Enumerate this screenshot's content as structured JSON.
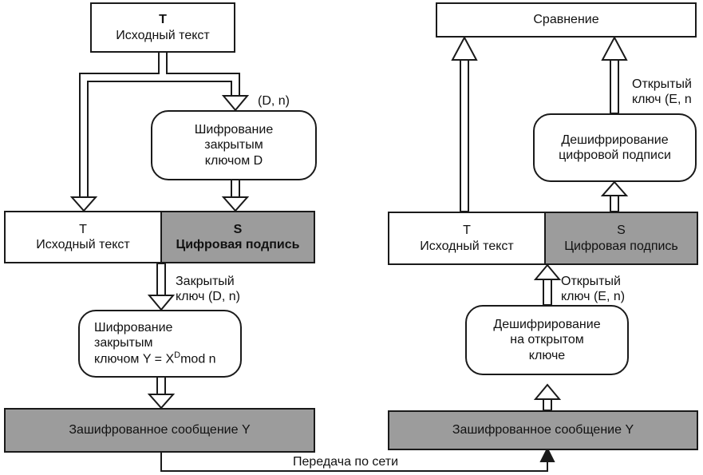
{
  "left": {
    "top_box": {
      "letter": "T",
      "text": "Исходный текст"
    },
    "key_label_top": "(D, n)",
    "encrypt_box": [
      "Шифрование",
      "закрытым",
      "ключом D"
    ],
    "row": {
      "text_letter": "T",
      "text_label": "Исходный текст",
      "sig_letter": "S",
      "sig_label": "Цифровая подпись"
    },
    "key_label_mid": [
      "Закрытый",
      "ключ (D, n)"
    ],
    "encrypt2_box": {
      "line1": "Шифрование",
      "line2": "закрытым",
      "line3_prefix": "ключом Y = X",
      "line3_sup": "D",
      "line3_suffix": "mod n"
    },
    "bottom_box": "Зашифрованное сообщение Y"
  },
  "network_label": "Передача по сети",
  "right": {
    "top_box": "Сравнение",
    "key_label_top": [
      "Открытый",
      "ключ (E, n"
    ],
    "decrypt_sig_box": [
      "Дешифрирование",
      "цифровой подписи"
    ],
    "row": {
      "text_letter": "T",
      "text_label": "Исходный текст",
      "sig_letter": "S",
      "sig_label": "Цифровая подпись"
    },
    "key_label_mid": [
      "Открытый",
      "ключ (E, n)"
    ],
    "decrypt_box": [
      "Дешифрирование",
      "на открытом",
      "ключе"
    ],
    "bottom_box": "Зашифрованное сообщение Y"
  }
}
